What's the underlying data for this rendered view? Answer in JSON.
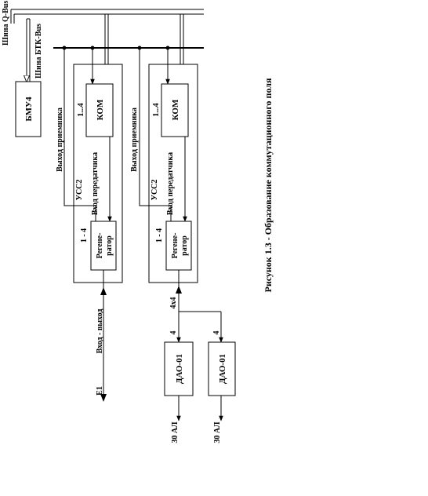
{
  "labels": {
    "bus_q": "Шина Q-Bus",
    "bus_btk": "Шина БТК-Bus",
    "bmu": "БМУ4",
    "out_recv": "Выход приемника",
    "in_trans": "Вход передатчика",
    "com_count": "1...4",
    "com": "КОМ",
    "ucc": "УСС2",
    "regen_count": "1 - 4",
    "regen_1": "Регене-",
    "regen_2": "ратор",
    "io": "Вход - выход",
    "e1": "E1",
    "mux": "4x4",
    "four": "4",
    "dao": "ДАО-01",
    "al30": "30 АЛ"
  },
  "caption": "Рисунок 1.3 - Образование коммутационного поля"
}
